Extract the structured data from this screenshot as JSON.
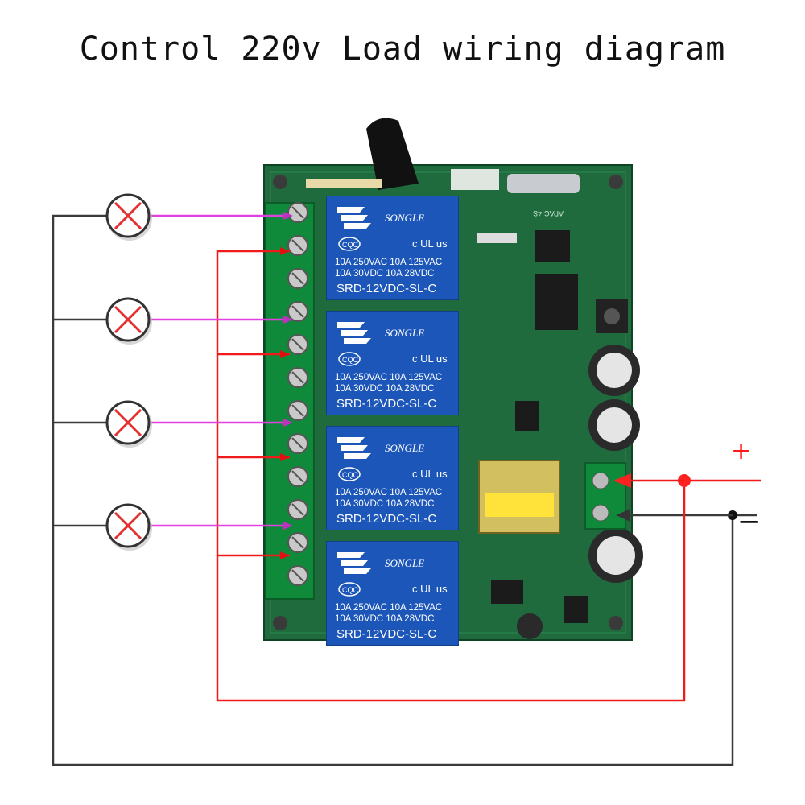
{
  "title": "Control 220v Load wiring diagram",
  "polarity": {
    "positive": "+",
    "negative": "−"
  },
  "colors": {
    "positive_wire": "#ef1a1a",
    "neutral_wire": "#3a3a3a",
    "load_wire": "#e040e0",
    "pcb": "#1f6b3e",
    "relay": "#1c56b8",
    "terminal": "#0f8a3a"
  },
  "relay": {
    "brand": "SONGLE",
    "cert": "CQC",
    "rating_left_1": "10A 250VAC",
    "rating_right_1": "10A 125VAC",
    "rating_left_2": "10A 30VDC",
    "rating_right_2": "10A 28VDC",
    "model": "SRD-12VDC-SL-C",
    "ul": "c UL us",
    "count": 4
  },
  "board": {
    "label": "APAC-4S"
  },
  "loads": [
    "lamp-1",
    "lamp-2",
    "lamp-3",
    "lamp-4"
  ]
}
